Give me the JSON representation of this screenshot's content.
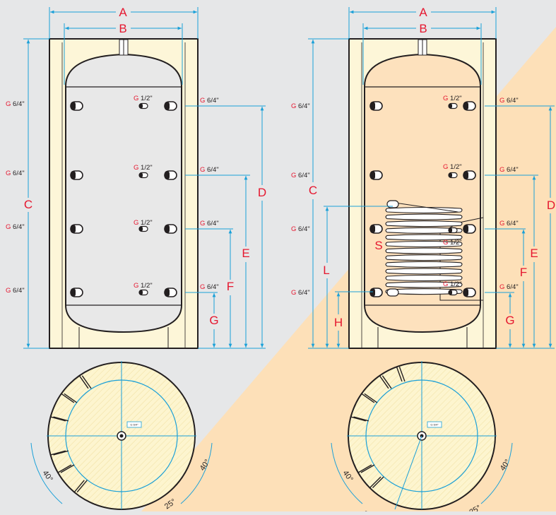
{
  "colors": {
    "background": "#e6e7e8",
    "accent_panel": "#fde0b8",
    "insulation": "#fdf6d8",
    "tank_fill": "#e8e8e8",
    "tank_fill_coil": "#fde1bd",
    "outline": "#231f20",
    "dimension_line": "#1aa0d8",
    "dimension_label": "#e5172f"
  },
  "dimension_labels": {
    "A": "A",
    "B": "B",
    "C": "C",
    "D": "D",
    "E": "E",
    "F": "F",
    "G": "G",
    "H": "H",
    "L": "L",
    "S": "S"
  },
  "connections": {
    "prefix": "G",
    "large": "6/4\"",
    "small": "1/2\""
  },
  "plan_view": {
    "angle_40": "40°",
    "angle_25": "25°",
    "plate_text": "G 6/4\""
  }
}
